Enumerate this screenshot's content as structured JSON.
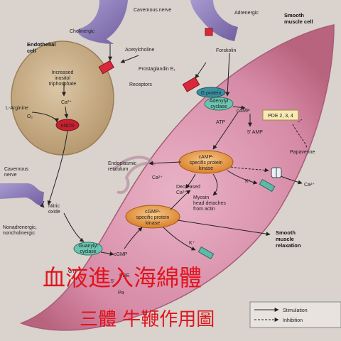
{
  "labels": {
    "cavernous_nerve_top": "Cavernous nerve",
    "adrenergic": "Adrenergic",
    "smooth_muscle_cell": [
      "Smooth",
      "muscle cell"
    ],
    "cholinergic": "Cholinergic",
    "endothelial_cell": [
      "Endothelial",
      "cell"
    ],
    "acetylcholine": "Acetylcholine",
    "forskolin": "Forskolin",
    "increased_inositol": [
      "Increased",
      "inositol",
      "triphosphate"
    ],
    "prostaglandin": "Prostaglandin E₁",
    "receptors": "Receptors",
    "g_protein": "G protein",
    "adenylyl_cyclase": [
      "Adenylyl",
      "cyclase"
    ],
    "camp": "cAMP",
    "l_arginine": "L-Arginine",
    "ca_endo": "Ca²⁺",
    "o2": "O₂",
    "enos": "eNOS",
    "atp": "ATP",
    "pde": "PDE 2, 3, 4",
    "five_amp_top": "5' AMP",
    "papaverine": "Papaverine",
    "camp_kinase": [
      "cAMP-",
      "specific protein",
      "kinase"
    ],
    "endoplasmic_reticulum": [
      "Endoplasmic",
      "reticulum"
    ],
    "ca_er": "Ca²⁺",
    "decreased_ca": [
      "Decreased",
      "Ca²⁺"
    ],
    "k_plus_top": "K⁺",
    "ca_channel": "Ca²⁺",
    "cavernous_nerve_left": [
      "Cavernous",
      "nerve"
    ],
    "myosin": [
      "Myosin",
      "head detaches",
      "from actin"
    ],
    "nitric_oxide": [
      "Nitric",
      "oxide"
    ],
    "cgmp_kinase": [
      "cGMP-",
      "specific protein",
      "kinase"
    ],
    "nonadrenergic": [
      "Nonadrenergic,",
      "noncholinergic"
    ],
    "smooth_relaxation": [
      "Smooth",
      "muscle",
      "relaxation"
    ],
    "guanylyl_cyclase": [
      "Guanylyl",
      "cyclase"
    ],
    "cgmp": "cGMP",
    "k_plus_bottom": "K⁺",
    "gtp_partial": "GTP",
    "five_partial": "5'",
    "pde5_partial": "PDE",
    "pa_partial": "Pa"
  },
  "legend": {
    "stimulation": "Stimulation",
    "inhibition": "Inhibition"
  },
  "caption": {
    "title": "血液進入海綿體",
    "subtitle": "三體 牛鞭作用圖"
  },
  "colors": {
    "background": "#d9d2cd",
    "muscle_cell": "#d68aa6",
    "endothelial_cell": "#c7ad88",
    "nerve": "#8f7fb8",
    "kinase": "#e89a3c",
    "caption_red": "#e0141e"
  }
}
